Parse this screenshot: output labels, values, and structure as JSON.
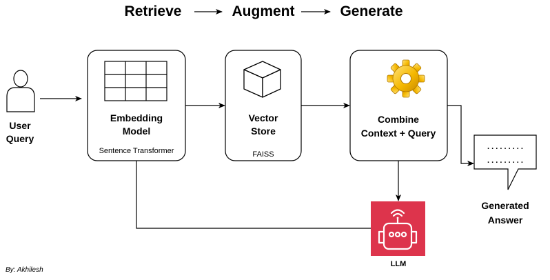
{
  "title": {
    "steps": [
      "Retrieve",
      "Augment",
      "Generate"
    ]
  },
  "user_query": {
    "label_lines": [
      "User",
      "Query"
    ],
    "icon": "user-icon"
  },
  "embedding_model": {
    "label_lines": [
      "Embedding",
      "Model"
    ],
    "subtitle": "Sentence Transformer",
    "icon": "table-grid-icon"
  },
  "vector_store": {
    "label_lines": [
      "Vector",
      "Store"
    ],
    "subtitle": "FAISS",
    "icon": "cube-icon"
  },
  "combine": {
    "label_lines": [
      "Combine",
      "Context + Query"
    ],
    "icon": "gear-icon"
  },
  "generated_answer": {
    "label_lines": [
      "Generated",
      "Answer"
    ],
    "bubble_lines": [
      ". . . . . . . . .",
      ". . . . . . . . ."
    ],
    "icon": "speech-bubble-icon"
  },
  "llm": {
    "label": "LLM",
    "icon": "robot-icon",
    "color": "#DD344C"
  },
  "credit": "By: Akhilesh"
}
